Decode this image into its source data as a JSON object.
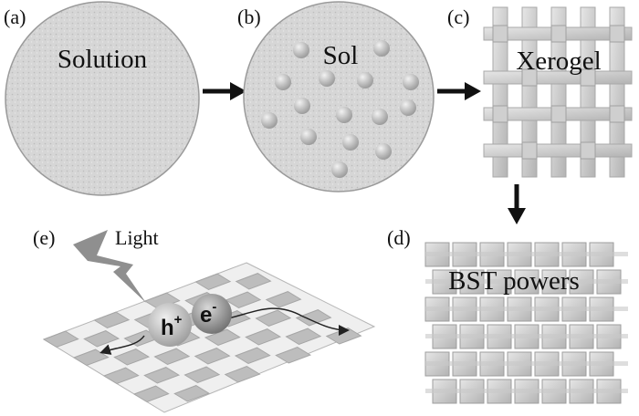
{
  "panels": {
    "a": {
      "tag": "(a)",
      "title": "Solution"
    },
    "b": {
      "tag": "(b)",
      "title": "Sol"
    },
    "c": {
      "tag": "(c)",
      "title": "Xerogel"
    },
    "d": {
      "tag": "(d)",
      "title": "BST powers"
    },
    "e": {
      "tag": "(e)",
      "light": "Light",
      "hole": "h",
      "hole_sign": "+",
      "electron": "e",
      "electron_sign": "-"
    }
  },
  "colors": {
    "fill_light": "#d4d4d4",
    "stroke": "#9a9a9a",
    "arrow": "#111111",
    "particle": "#bdbdbd",
    "lightning": "#8f8f8f"
  },
  "icons": {
    "process_arrow": "arrow-right-icon",
    "down_arrow": "arrow-down-icon",
    "light": "lightning-icon"
  }
}
